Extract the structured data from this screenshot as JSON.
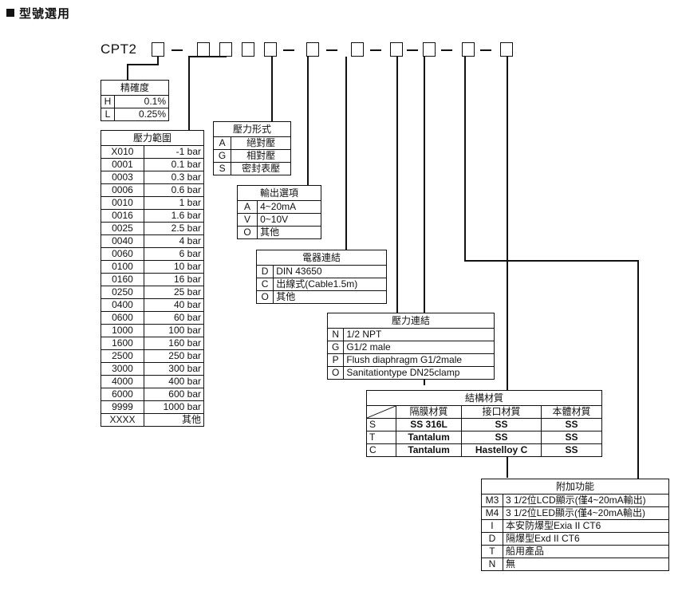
{
  "heading": "型號選用",
  "model_prefix": "CPT2",
  "accuracy": {
    "title": "精確度",
    "rows": [
      [
        "H",
        "0.1%"
      ],
      [
        "L",
        "0.25%"
      ]
    ]
  },
  "range": {
    "title": "壓力範圍",
    "rows": [
      [
        "X010",
        "-1 bar"
      ],
      [
        "0001",
        "0.1 bar"
      ],
      [
        "0003",
        "0.3 bar"
      ],
      [
        "0006",
        "0.6 bar"
      ],
      [
        "0010",
        "1 bar"
      ],
      [
        "0016",
        "1.6 bar"
      ],
      [
        "0025",
        "2.5 bar"
      ],
      [
        "0040",
        "4 bar"
      ],
      [
        "0060",
        "6 bar"
      ],
      [
        "0100",
        "10 bar"
      ],
      [
        "0160",
        "16 bar"
      ],
      [
        "0250",
        "25 bar"
      ],
      [
        "0400",
        "40 bar"
      ],
      [
        "0600",
        "60 bar"
      ],
      [
        "1000",
        "100 bar"
      ],
      [
        "1600",
        "160 bar"
      ],
      [
        "2500",
        "250 bar"
      ],
      [
        "3000",
        "300 bar"
      ],
      [
        "4000",
        "400 bar"
      ],
      [
        "6000",
        "600 bar"
      ],
      [
        "9999",
        "1000 bar"
      ],
      [
        "XXXX",
        "其他"
      ]
    ]
  },
  "pressure_type": {
    "title": "壓力形式",
    "rows": [
      [
        "A",
        "絕對壓"
      ],
      [
        "G",
        "相對壓"
      ],
      [
        "S",
        "密封表壓"
      ]
    ]
  },
  "output": {
    "title": "輸出選項",
    "rows": [
      [
        "A",
        "4~20mA"
      ],
      [
        "V",
        "0~10V"
      ],
      [
        "O",
        "其他"
      ]
    ]
  },
  "electrical": {
    "title": "電器連結",
    "rows": [
      [
        "D",
        "DIN 43650"
      ],
      [
        "C",
        "出線式(Cable1.5m)"
      ],
      [
        "O",
        "其他"
      ]
    ]
  },
  "process": {
    "title": "壓力連結",
    "rows": [
      [
        "N",
        "1/2 NPT"
      ],
      [
        "G",
        "G1/2 male"
      ],
      [
        "P",
        "Flush diaphragm G1/2male"
      ],
      [
        "O",
        "Sanitationtype DN25clamp"
      ]
    ]
  },
  "material": {
    "title": "結構材質",
    "headers": [
      "隔膜材質",
      "接口材質",
      "本體材質"
    ],
    "rows": [
      [
        "S",
        "SS 316L",
        "SS",
        "SS"
      ],
      [
        "T",
        "Tantalum",
        "SS",
        "SS"
      ],
      [
        "C",
        "Tantalum",
        "Hastelloy C",
        "SS"
      ]
    ]
  },
  "options": {
    "title": "附加功能",
    "rows": [
      [
        "M3",
        "3 1/2位LCD顯示(僅4~20mA輸出)"
      ],
      [
        "M4",
        "3 1/2位LED顯示(僅4~20mA輸出)"
      ],
      [
        "I",
        "本安防爆型Exia II CT6"
      ],
      [
        "D",
        "隔爆型Exd II CT6"
      ],
      [
        "T",
        "船用產品"
      ],
      [
        "N",
        "無"
      ]
    ]
  }
}
